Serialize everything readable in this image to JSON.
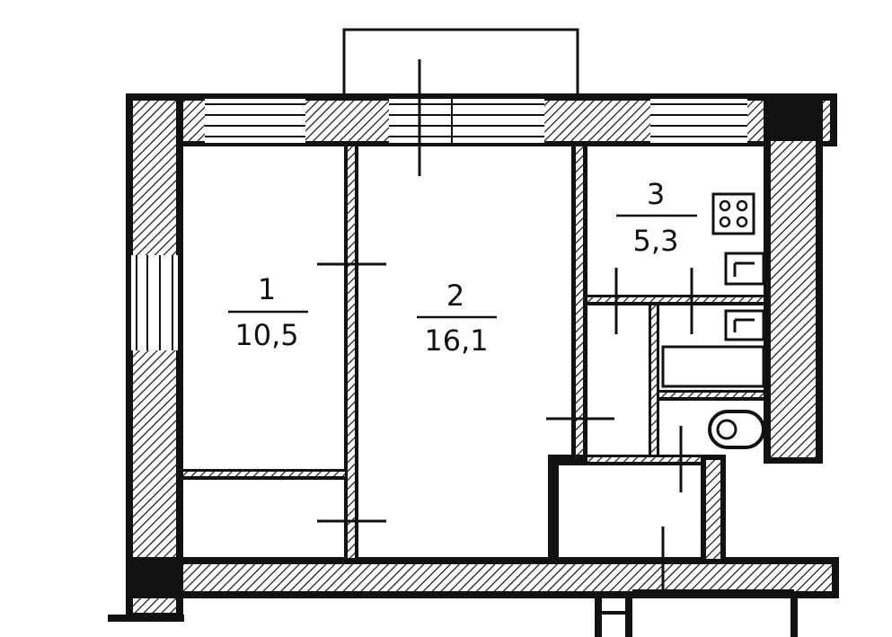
{
  "colors": {
    "wall": "#111111",
    "hatch": "#111111",
    "background": "#ffffff",
    "thin_line": "#111111"
  },
  "rooms": [
    {
      "number": "1",
      "area": "10,5"
    },
    {
      "number": "2",
      "area": "16,1"
    },
    {
      "number": "3",
      "area": "5,3"
    }
  ],
  "fixtures": [
    "stove-icon",
    "sink-icon",
    "bathtub-icon",
    "toilet-icon"
  ]
}
